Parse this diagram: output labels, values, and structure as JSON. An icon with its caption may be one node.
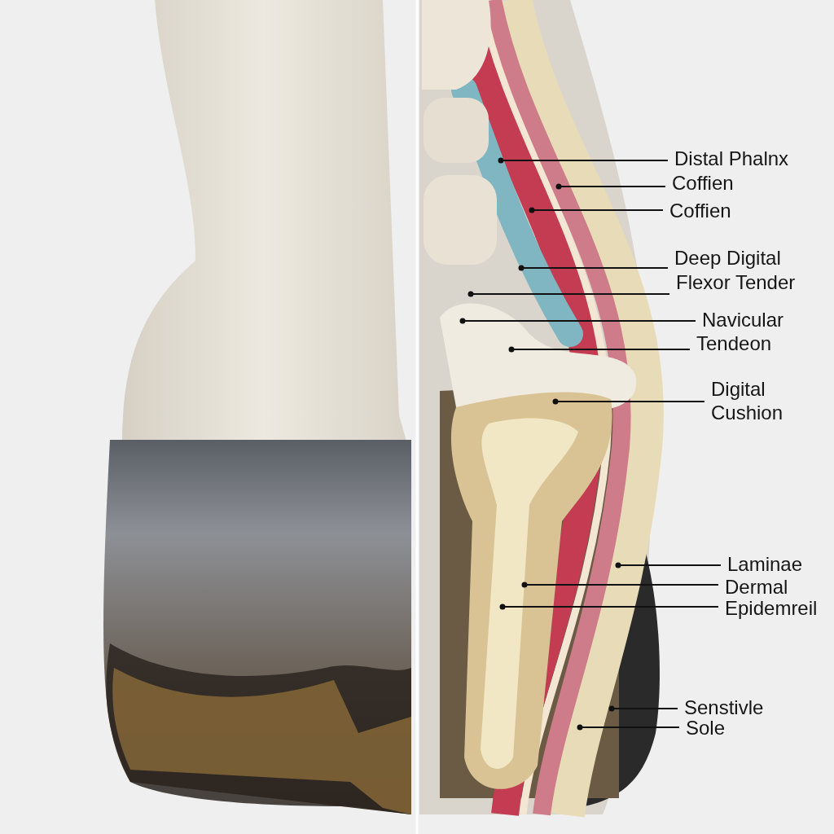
{
  "diagram": {
    "nodes": [
      {
        "text": [
          "Distal Phalnx"
        ]
      },
      {
        "text": [
          "Coffien"
        ]
      },
      {
        "text": [
          "Coffien"
        ]
      },
      {
        "text": [
          "Deep Digital"
        ]
      },
      {
        "text": [
          "Flexor Tender"
        ]
      },
      {
        "text": [
          "Navicular"
        ]
      },
      {
        "text": [
          "Tendeon"
        ]
      },
      {
        "text": [
          "Digital Cushion"
        ]
      },
      {
        "text": [
          "Laminae"
        ]
      },
      {
        "text": [
          "Dermal"
        ]
      },
      {
        "text": [
          "Epidemreil"
        ]
      },
      {
        "text": [
          "Senstivle"
        ]
      },
      {
        "text": [
          "Sole"
        ]
      }
    ],
    "edges": [
      {
        "from": 0,
        "to": null,
        "arrow": "other"
      },
      {
        "from": 1,
        "to": null,
        "arrow": "other"
      },
      {
        "from": 2,
        "to": null,
        "arrow": "other"
      },
      {
        "from": 3,
        "to": null,
        "arrow": "other"
      },
      {
        "from": 4,
        "to": null,
        "arrow": "other"
      },
      {
        "from": 5,
        "to": null,
        "arrow": "other"
      },
      {
        "from": 6,
        "to": null,
        "arrow": "other"
      },
      {
        "from": 7,
        "to": null,
        "arrow": "other"
      },
      {
        "from": 8,
        "to": null,
        "arrow": "other"
      },
      {
        "from": 9,
        "to": null,
        "arrow": "other"
      },
      {
        "from": 10,
        "to": null,
        "arrow": "other"
      },
      {
        "from": 11,
        "to": null,
        "arrow": "other"
      },
      {
        "from": 12,
        "to": null,
        "arrow": "other"
      }
    ]
  }
}
